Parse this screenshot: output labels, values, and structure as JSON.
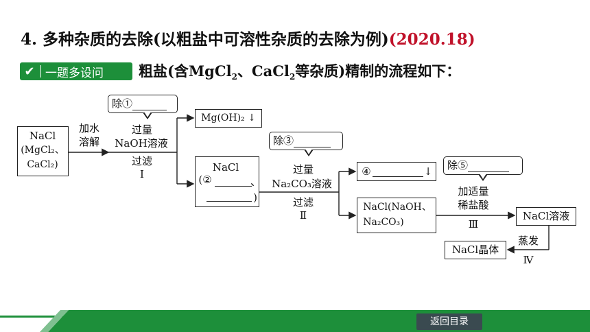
{
  "title": {
    "main": "4. 多种杂质的去除(以粗盐中可溶性杂质的去除为例)",
    "year": "(2020.18)"
  },
  "tag": {
    "label": "一题多设问"
  },
  "subtitle": {
    "prefix": "粗盐(含MgCl",
    "s1": "2",
    "mid": "、CaCl",
    "s2": "2",
    "suffix": "等杂质)精制的流程如下："
  },
  "flow": {
    "start_box": [
      "NaCl",
      "(MgCl₂、",
      "CaCl₂)"
    ],
    "step0_label": [
      "加水",
      "溶解"
    ],
    "step1_label": [
      "过量",
      "NaOH溶液",
      "过滤",
      "Ⅰ"
    ],
    "bubble1": "除①",
    "mgoh": "Mg(OH)₂ ↓",
    "filtrate1": [
      "NaCl",
      "(②",
      "、",
      ")"
    ],
    "bubble3": "除③",
    "step2_label": [
      "过量",
      "Na₂CO₃溶液",
      "过滤",
      "Ⅱ"
    ],
    "precip4": "④",
    "precip4_arrow": "↓",
    "filtrate2": [
      "NaCl(NaOH、",
      "Na₂CO₃)"
    ],
    "bubble5": "除⑤",
    "step3_label": [
      "加适量",
      "稀盐酸",
      "Ⅲ"
    ],
    "nacl_solution": "NaCl溶液",
    "step4_label": [
      "蒸发",
      "Ⅳ"
    ],
    "nacl_crystal": "NaCl晶体"
  },
  "footer": {
    "back_label": "返回目录"
  },
  "colors": {
    "accent_green": "#1d8f3a",
    "year_red": "#c0122a",
    "back_btn": "#3a4a50"
  }
}
